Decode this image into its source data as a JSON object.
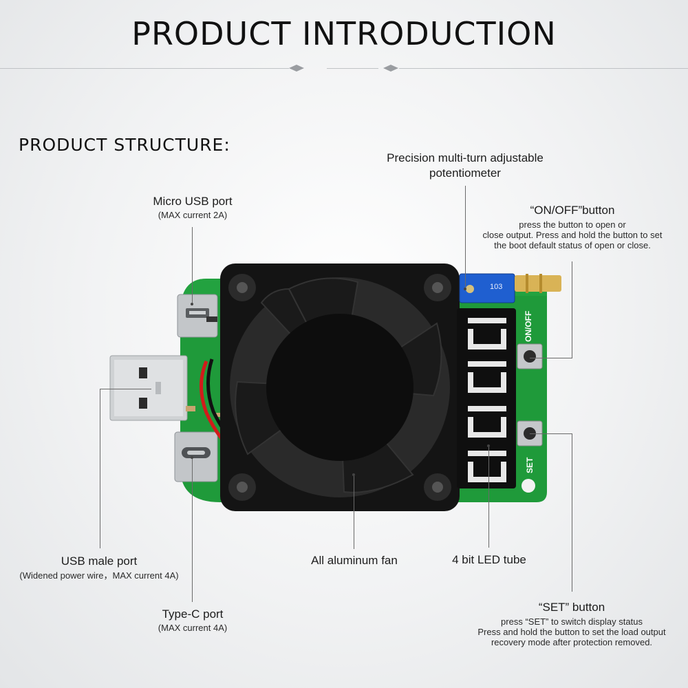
{
  "header": {
    "title": "PRODUCT INTRODUCTION",
    "subtitle": "PRODUCT STRUCTURE:"
  },
  "callouts": {
    "micro_usb": {
      "label": "Micro USB port",
      "note": "(MAX current 2A)"
    },
    "potentiometer": {
      "label_line1": "Precision multi-turn adjustable",
      "label_line2": "potentiometer"
    },
    "onoff": {
      "label": "“ON/OFF”button",
      "note_line1": "press the button to open or",
      "note_line2": "close output. Press and hold the button to set",
      "note_line3": "the boot default  status of open or close."
    },
    "usb_male": {
      "label": "USB male port",
      "note": "(Widened power wire，MAX current 4A)"
    },
    "fan": {
      "label": "All aluminum fan"
    },
    "led": {
      "label": "4 bit LED tube"
    },
    "typec": {
      "label": "Type-C port",
      "note": "(MAX current 4A)"
    },
    "set": {
      "label": "“SET” button",
      "note_line1": "press “SET” to switch display status",
      "note_line2": "Press and hold the button to set the load output",
      "note_line3": "recovery mode after protection removed."
    }
  },
  "board_text": {
    "onoff_silk": "ON/OFF",
    "set_silk": "SET",
    "pot_marking": "103"
  },
  "colors": {
    "pcb": "#1f9a3a",
    "fan": "#141414",
    "potentiometer": "#1f5fd0",
    "led_segment": "#e8e8e8"
  }
}
